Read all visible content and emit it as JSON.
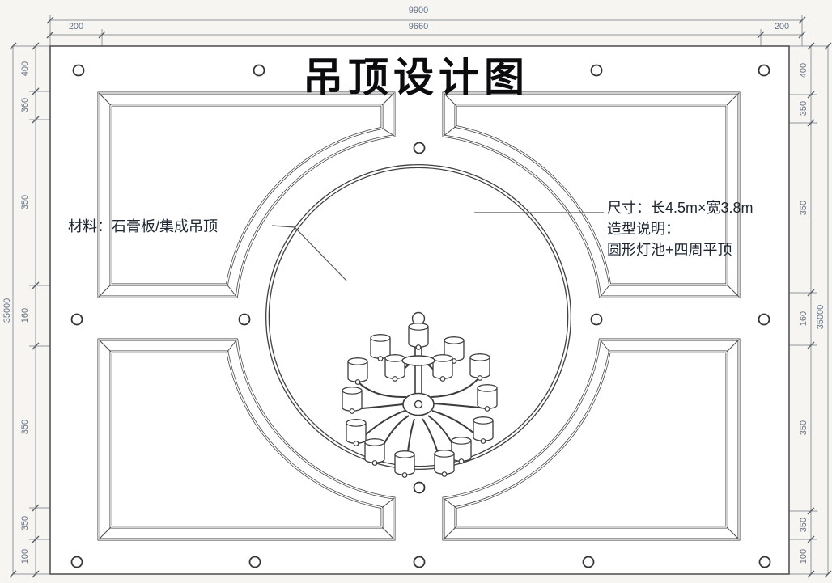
{
  "title": "吊顶设计图",
  "annotations": {
    "material": "材料：石膏板/集成吊顶",
    "size": "尺寸：长4.5m×宽3.8m",
    "shape_heading": "造型说明：",
    "shape_desc": "圆形灯池+四周平顶"
  },
  "dimensions": {
    "top": {
      "overall": "9900",
      "left_margin": "200",
      "inner": "9660",
      "right_margin": "200"
    },
    "left": {
      "overall": "35000",
      "segments": [
        "400",
        "360",
        "350",
        "160",
        "350",
        "350",
        "100"
      ]
    },
    "right": {
      "overall": "35000",
      "segments": [
        "400",
        "350",
        "350",
        "160",
        "350",
        "350",
        "100"
      ]
    }
  },
  "icons": {
    "downlight": "small-circle-downlight",
    "chandelier": "multi-arm-chandelier"
  },
  "colors": {
    "background": "#f6f5f1",
    "drawing_line": "#454545",
    "dimension_line": "#90959d",
    "dimension_text": "#64748b",
    "annotation_text": "#1d2530",
    "title_text": "#0c0c0e"
  }
}
